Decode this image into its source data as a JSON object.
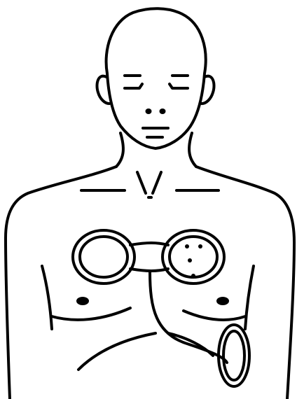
{
  "illustration": {
    "subject": "torso",
    "stroke_color": "#000000",
    "background_color": "#ffffff",
    "parts": {
      "head": "head",
      "eyes": "closed-eyes",
      "nose": "nostrils",
      "mouth": "mouth",
      "neck": "neck",
      "collarbones": "collarbones",
      "torso": "torso",
      "nipples": "nipples",
      "ribs": "ribs",
      "sensor_pad": "chest-sensor",
      "cable": "sensor-cable",
      "device": "side-device"
    }
  }
}
